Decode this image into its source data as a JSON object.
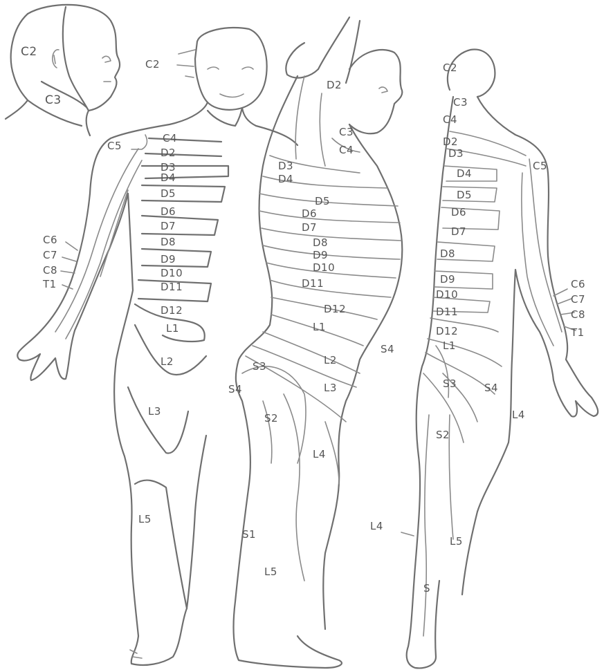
{
  "inset_head": {
    "labels": [
      "C2",
      "C3"
    ]
  },
  "front_view": {
    "labels": [
      "C2",
      "C4",
      "C5",
      "D2",
      "D3",
      "D4",
      "D5",
      "D6",
      "D7",
      "D8",
      "D9",
      "D10",
      "D11",
      "D12",
      "L1",
      "L2",
      "L3",
      "L5",
      "C6",
      "C7",
      "C8",
      "T1"
    ]
  },
  "side_view": {
    "labels": [
      "D2",
      "C3",
      "C4",
      "D3",
      "D4",
      "D5",
      "D6",
      "D7",
      "D8",
      "D9",
      "D10",
      "D11",
      "D12",
      "L1",
      "L2",
      "L3",
      "L4",
      "L5",
      "S4",
      "S3",
      "S2",
      "S1"
    ]
  },
  "back_view": {
    "labels": [
      "C2",
      "C3",
      "C4",
      "D2",
      "D3",
      "D4",
      "D5",
      "D6",
      "D7",
      "D8",
      "D9",
      "D10",
      "D11",
      "D12",
      "L1",
      "S3",
      "S4",
      "S2",
      "L4",
      "L5",
      "S",
      "L4",
      "S4",
      "C6",
      "C7",
      "C8",
      "T1",
      "C5"
    ]
  },
  "style": {
    "line_color": "#6f6f6f",
    "text_color": "#555555",
    "background": "#ffffff"
  }
}
